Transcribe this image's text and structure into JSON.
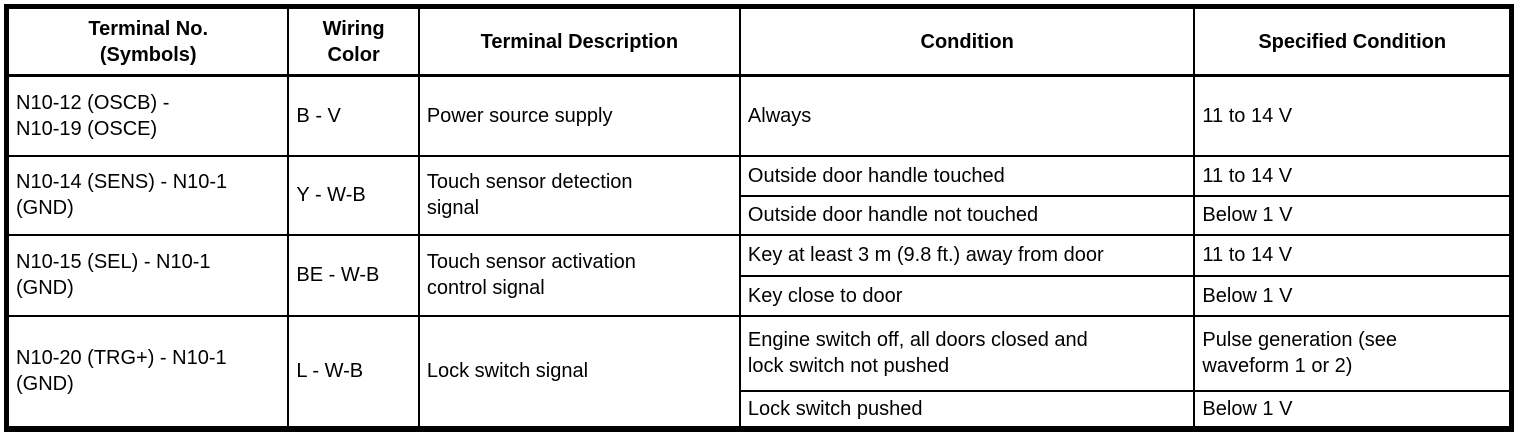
{
  "table": {
    "headers": {
      "terminal": "Terminal No.\n(Symbols)",
      "wiring": "Wiring\nColor",
      "description": "Terminal Description",
      "condition": "Condition",
      "specified": "Specified Condition"
    },
    "rows": [
      {
        "terminal": "N10-12 (OSCB) -\nN10-19 (OSCE)",
        "wiring": "B - V",
        "description": "Power source supply",
        "conditions": [
          {
            "condition": "Always",
            "specified": "11 to 14 V"
          }
        ]
      },
      {
        "terminal": "N10-14 (SENS) - N10-1\n(GND)",
        "wiring": "Y - W-B",
        "description": "Touch sensor detection\nsignal",
        "conditions": [
          {
            "condition": "Outside door handle touched",
            "specified": "11 to 14 V"
          },
          {
            "condition": "Outside door handle not touched",
            "specified": "Below 1 V"
          }
        ]
      },
      {
        "terminal": "N10-15 (SEL) - N10-1\n(GND)",
        "wiring": "BE - W-B",
        "description": "Touch sensor activation\ncontrol signal",
        "conditions": [
          {
            "condition": "Key at least 3 m (9.8 ft.) away from door",
            "specified": "11 to 14 V"
          },
          {
            "condition": "Key close to door",
            "specified": "Below 1 V"
          }
        ]
      },
      {
        "terminal": "N10-20 (TRG+) - N10-1\n(GND)",
        "wiring": "L - W-B",
        "description": "Lock switch signal",
        "conditions": [
          {
            "condition": "Engine switch off, all doors closed and\nlock switch not pushed",
            "specified": "Pulse generation (see\nwaveform 1 or 2)"
          },
          {
            "condition": "Lock switch pushed",
            "specified": "Below 1 V"
          }
        ]
      }
    ]
  },
  "colors": {
    "border": "#000000",
    "text": "#000000",
    "background": "#ffffff"
  }
}
